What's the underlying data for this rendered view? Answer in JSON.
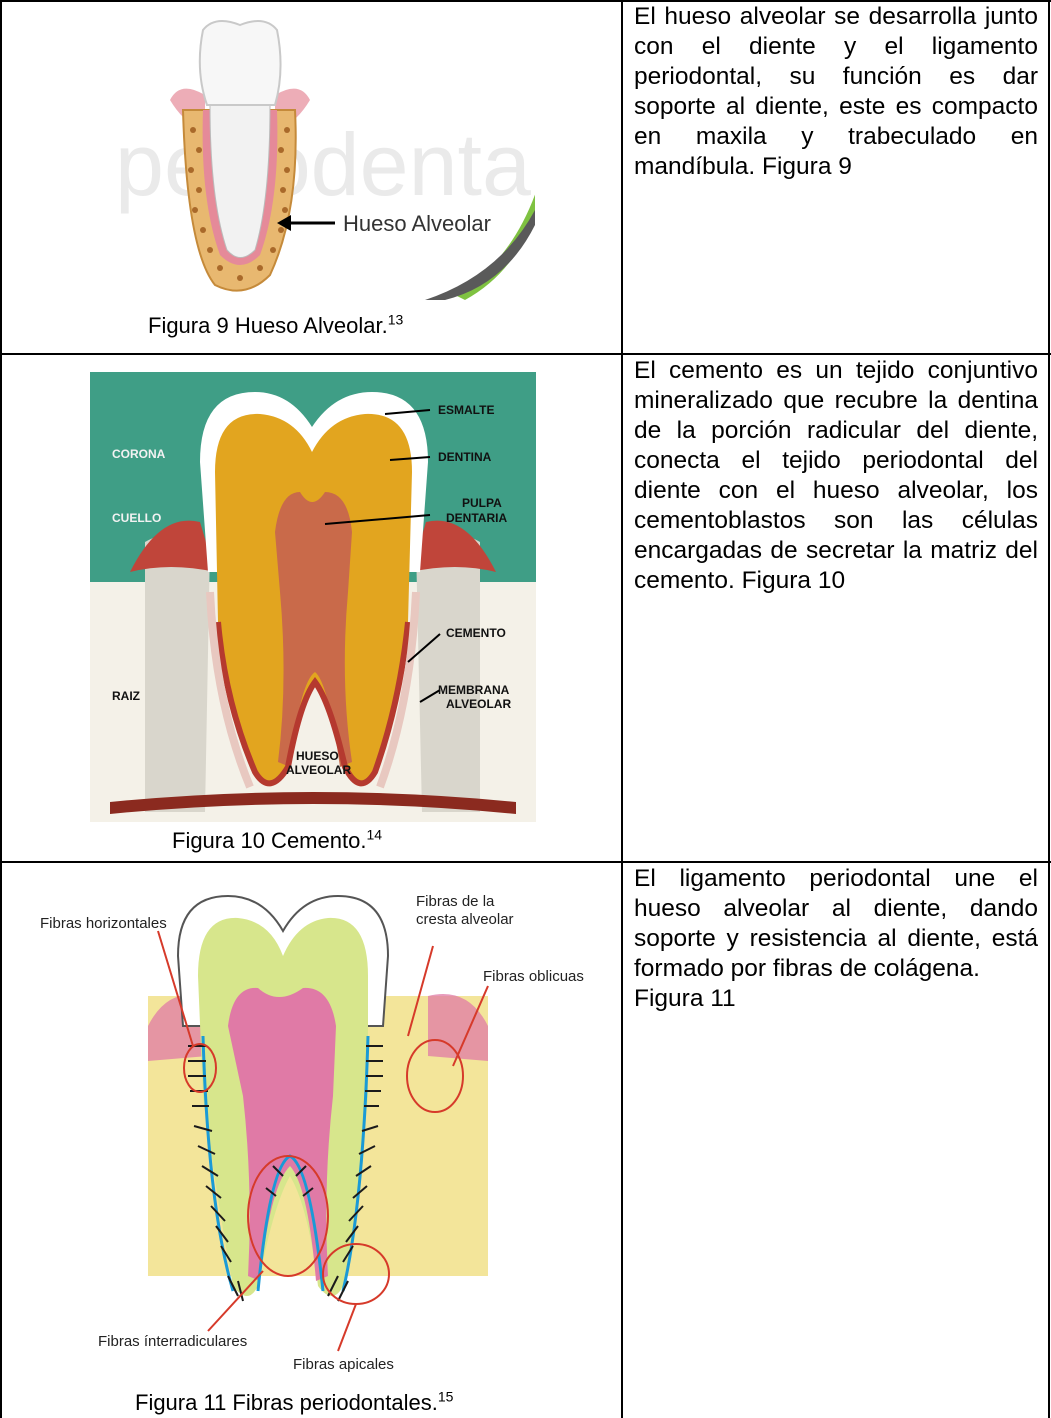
{
  "rows": [
    {
      "paragraph": "El hueso alveolar se desarrolla junto con el diente y el ligamento periodontal, su función es dar soporte al diente, este es compacto en maxila y trabeculado en mandíbula. Figura 9",
      "caption": "Figura 9 Hueso Alveolar.",
      "caption_ref": "13",
      "figure": {
        "watermark": "periodental",
        "label": "Hueso Alveolar"
      }
    },
    {
      "paragraph": "El cemento es un tejido conjuntivo mineralizado que recubre la dentina de la porción radicular del diente, conecta el tejido periodontal del diente con el hueso alveolar, los cementoblastos son las células encargadas de secretar la matriz del cemento. Figura 10",
      "caption": "Figura 10 Cemento.",
      "caption_ref": "14",
      "figure": {
        "labels": {
          "esmalte": "ESMALTE",
          "dentina": "DENTINA",
          "pulpa1": "PULPA",
          "pulpa2": "DENTARIA",
          "corona": "CORONA",
          "cuello": "CUELLO",
          "cemento": "CEMENTO",
          "raiz": "RAIZ",
          "membrana1": "MEMBRANA",
          "membrana2": "ALVEOLAR",
          "hueso1": "HUESO",
          "hueso2": "ALVEOLAR"
        }
      }
    },
    {
      "paragraph": "El ligamento periodontal une el hueso alveolar al diente, dando soporte y resistencia al diente, está formado por fibras de colágena.",
      "paragraph_extra": "Figura 11",
      "caption": "Figura 11 Fibras periodontales.",
      "caption_ref": "15",
      "figure": {
        "labels": {
          "cresta1": "Fibras de la",
          "cresta2": "cresta alveolar",
          "horizontales": "Fibras horizontales",
          "oblicuas": "Fibras oblicuas",
          "interradiculares": "Fibras ínterradiculares",
          "apicales": "Fibras apicales"
        }
      }
    }
  ],
  "colors": {
    "gum": "#e58a99",
    "bone": "#e8b870",
    "teal": "#3f9e86",
    "dentin": "#e2a51f",
    "pulp": "#c96a4a",
    "fig11_crown": "#d7e68c",
    "fig11_pulp": "#e07aa6",
    "fig11_bone": "#f3e59a",
    "fig11_ligament": "#1a9ad6"
  }
}
